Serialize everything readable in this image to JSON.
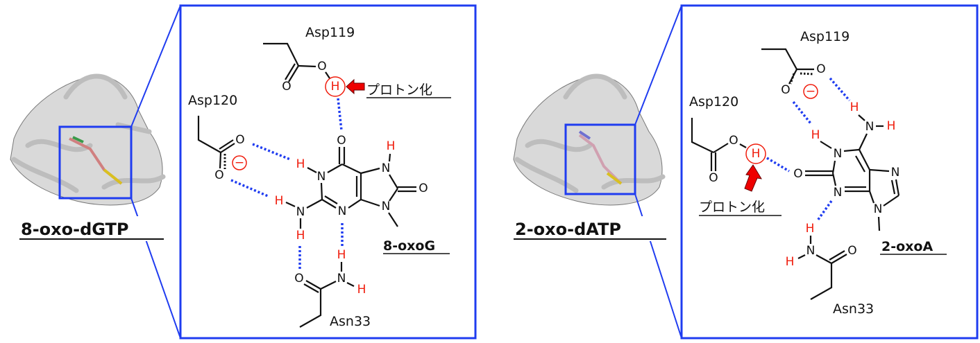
{
  "colors": {
    "accent_blue": "#1f3cf0",
    "hydrogen_red": "#f01c0c",
    "ink": "#111111"
  },
  "left": {
    "protein_label": "8-oxo-dGTP",
    "asp119": "Asp119",
    "asp120": "Asp120",
    "asn33": "Asn33",
    "ligand": "8-oxoG",
    "protonation": "プロトン化",
    "atoms": {
      "O": "O",
      "N": "N",
      "H": "H",
      "minus": "−"
    }
  },
  "right": {
    "protein_label": "2-oxo-dATP",
    "asp119": "Asp119",
    "asp120": "Asp120",
    "asn33": "Asn33",
    "ligand": "2-oxoA",
    "protonation": "プロトン化",
    "atoms": {
      "O": "O",
      "N": "N",
      "H": "H",
      "minus": "−"
    }
  }
}
